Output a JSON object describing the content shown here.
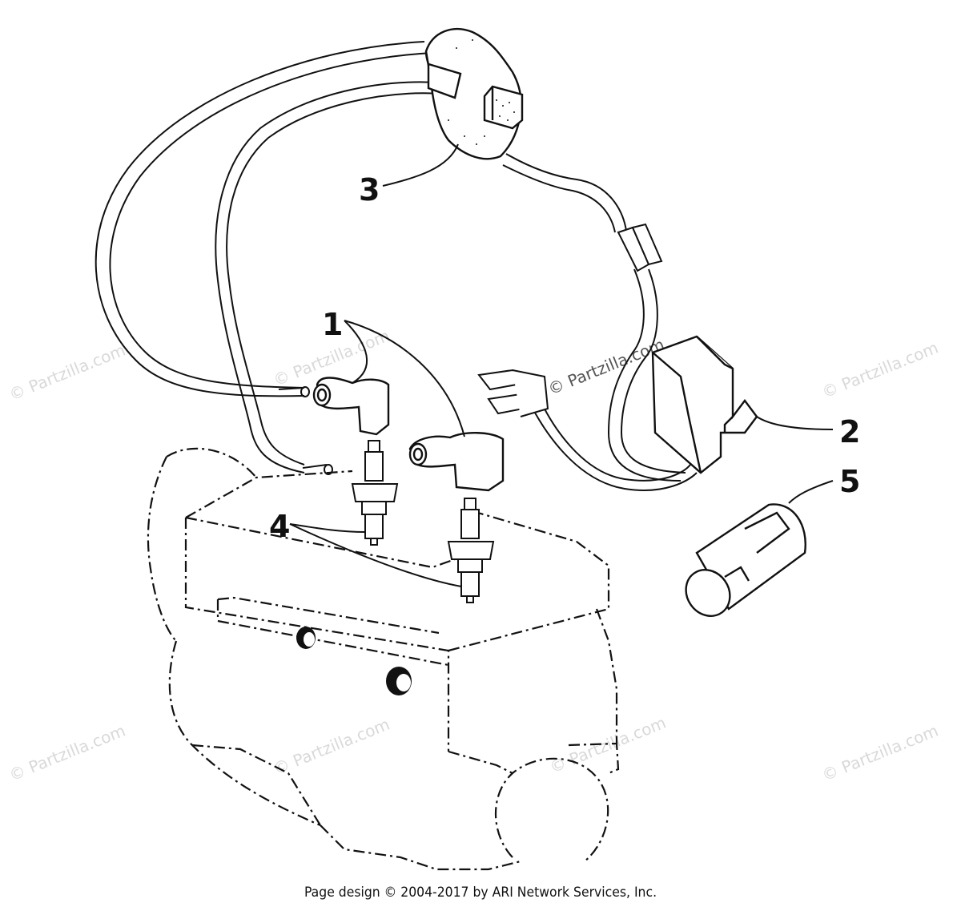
{
  "diagram": {
    "callouts": [
      {
        "id": "1",
        "label": "1"
      },
      {
        "id": "2",
        "label": "2"
      },
      {
        "id": "3",
        "label": "3"
      },
      {
        "id": "4",
        "label": "4"
      },
      {
        "id": "5",
        "label": "5"
      }
    ],
    "watermark": "© Partzilla.com",
    "footer": "Page design © 2004-2017 by ARI Network Services, Inc."
  },
  "colors": {
    "line": "#111111",
    "watermark": "#d9d9d9",
    "background": "#ffffff"
  }
}
